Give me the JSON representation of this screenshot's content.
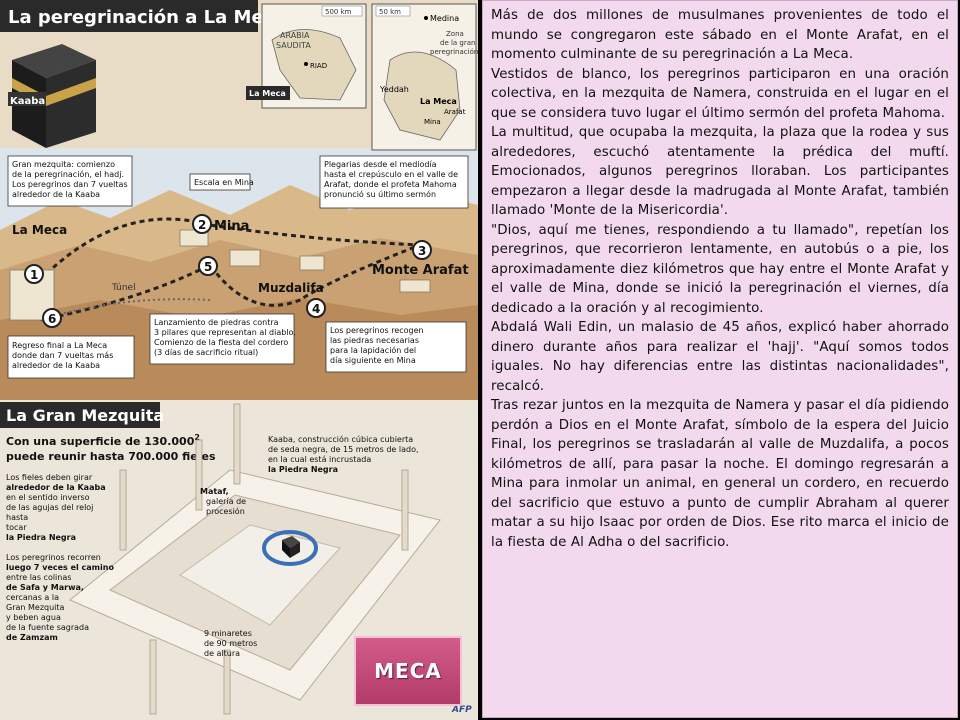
{
  "infographic": {
    "title": "La peregrinación a La Meca",
    "kaaba_label": "Kaaba",
    "map_scale_a": "500 km",
    "map_scale_b": "50 km",
    "map_country_1": "ARABIA",
    "map_country_2": "SAUDITA",
    "map_city_riad": "RIAD",
    "map_city_meca": "La Meca",
    "map_medina": "Medina",
    "map_zone_1": "Zona",
    "map_zone_2": "de la gran",
    "map_zone_3": "peregrinación",
    "map_yeddah": "Yeddah",
    "map_la_meca": "La Meca",
    "map_arafat": "Arafat",
    "map_mina": "Mina",
    "box_gran_1": "Gran mezquita: comienzo",
    "box_gran_2": "de la peregrinación, el hadj.",
    "box_gran_3": "Los peregrinos dan 7 vueltas",
    "box_gran_4": "alrededor de la Kaaba",
    "box_escala": "Escala en Mina",
    "box_plegarias_1": "Plegarias desde el mediodía",
    "box_plegarias_2": "hasta el crepúsculo en el valle de",
    "box_plegarias_3": "Arafat, donde el profeta Mahoma",
    "box_plegarias_4": "pronunció su último sermón",
    "label_la_meca": "La Meca",
    "label_mina": "Mina",
    "label_monte_arafat": "Monte Arafat",
    "label_muzdalifa": "Muzdalifa",
    "label_tunel": "Túnel",
    "step_1": "1",
    "step_2": "2",
    "step_3": "3",
    "step_4": "4",
    "step_5": "5",
    "step_6": "6",
    "box_regreso_1": "Regreso final a La Meca",
    "box_regreso_2": "donde dan 7 vueltas más",
    "box_regreso_3": "alrededor de la Kaaba",
    "box_lanz_1": "Lanzamiento de piedras contra",
    "box_lanz_2": "3 pilares que representan al diablo.",
    "box_lanz_3": "Comienzo de la fiesta del cordero",
    "box_lanz_4": "(3 días de sacrificio ritual)",
    "box_recogen_1": "Los peregrinos recogen",
    "box_recogen_2": "las piedras necesarias",
    "box_recogen_3": "para la lapidación del",
    "box_recogen_4": "día siguiente en Mina",
    "gm_title": "La Gran Mezquita",
    "gm_sup_1": "Con una superficie de 130.000",
    "gm_sup_sup": "2",
    "gm_sup_2": "puede reunir hasta 700.000 fieles",
    "kaaba_desc_1": "Kaaba, construcción cúbica cubierta",
    "kaaba_desc_2": "de seda negra, de 15 metros de lado,",
    "kaaba_desc_3": "en la cual está incrustada",
    "kaaba_desc_4": "la Piedra Negra",
    "fieles_1": "Los fieles deben girar",
    "fieles_2": "alrededor de la Kaaba",
    "fieles_3": "en el sentido inverso",
    "fieles_4": "de las agujas del reloj",
    "fieles_5": "hasta",
    "fieles_6": "tocar",
    "fieles_7": "la Piedra Negra",
    "mataf_1": "Mataf,",
    "mataf_2": "galería de",
    "mataf_3": "procesión",
    "recorren_1": "Los peregrinos recorren",
    "recorren_2": "luego 7 veces el camino",
    "recorren_3": "entre las colinas",
    "recorren_4": "de Safa y Marwa,",
    "recorren_5": "cercanas a la",
    "recorren_6": "Gran Mezquita",
    "recorren_7": "y beben agua",
    "recorren_8": "de la fuente sagrada",
    "recorren_9": "de Zamzam",
    "minaretes_1": "9 minaretes",
    "minaretes_2": "de 90 metros",
    "minaretes_3": "de altura",
    "afp": "AFP"
  },
  "article": {
    "paragraphs": [
      "Más de dos millones de musulmanes provenientes de todo el mundo se congregaron este sábado en el Monte Arafat, en el momento culminante de su peregrinación a La Meca.",
      "Vestidos de blanco, los peregrinos participaron en una oración colectiva, en la mezquita de Namera, construida en el lugar en el que se considera tuvo lugar el último sermón del profeta Mahoma.",
      "La multitud, que ocupaba la mezquita, la plaza que la rodea y sus alrededores, escuchó atentamente la prédica del muftí. Emocionados, algunos peregrinos lloraban. Los participantes empezaron a llegar desde la madrugada al Monte Arafat, también llamado 'Monte de la Misericordia'.",
      "\"Dios, aquí me tienes, respondiendo a tu llamado\", repetían los peregrinos, que recorrieron lentamente, en autobús o a pie, los aproximadamente diez kilómetros que hay entre el Monte Arafat y el valle de Mina, donde se inició la peregrinación el viernes, día dedicado a la oración y al recogimiento.",
      "Abdalá Wali Edin, un malasio de 45 años, explicó haber ahorrado dinero durante años para realizar el 'hajj'. \"Aquí somos todos iguales. No hay diferencias entre las distintas nacionalidades\", recalcó.",
      "Tras rezar juntos en la mezquita de Namera y pasar el día pidiendo perdón a Dios en el Monte Arafat, símbolo de la espera del Juicio Final, los peregrinos se trasladarán al valle de Muzdalifa, a pocos kilómetros de allí, para pasar la noche. El domingo regresarán a Mina para inmolar un animal, en general un cordero, en recuerdo del sacrificio que estuvo a punto de cumplir Abraham al querer matar a su hijo Isaac por orden de Dios. Ese rito marca el inicio de la fiesta de Al Adha o del sacrificio."
    ]
  },
  "button": {
    "label": "MECA"
  },
  "colors": {
    "button_bg": "#c44a7b",
    "article_bg": "#f2d9ee",
    "title_bg": "#2a2a2a",
    "step_circle": "#ffffff"
  }
}
